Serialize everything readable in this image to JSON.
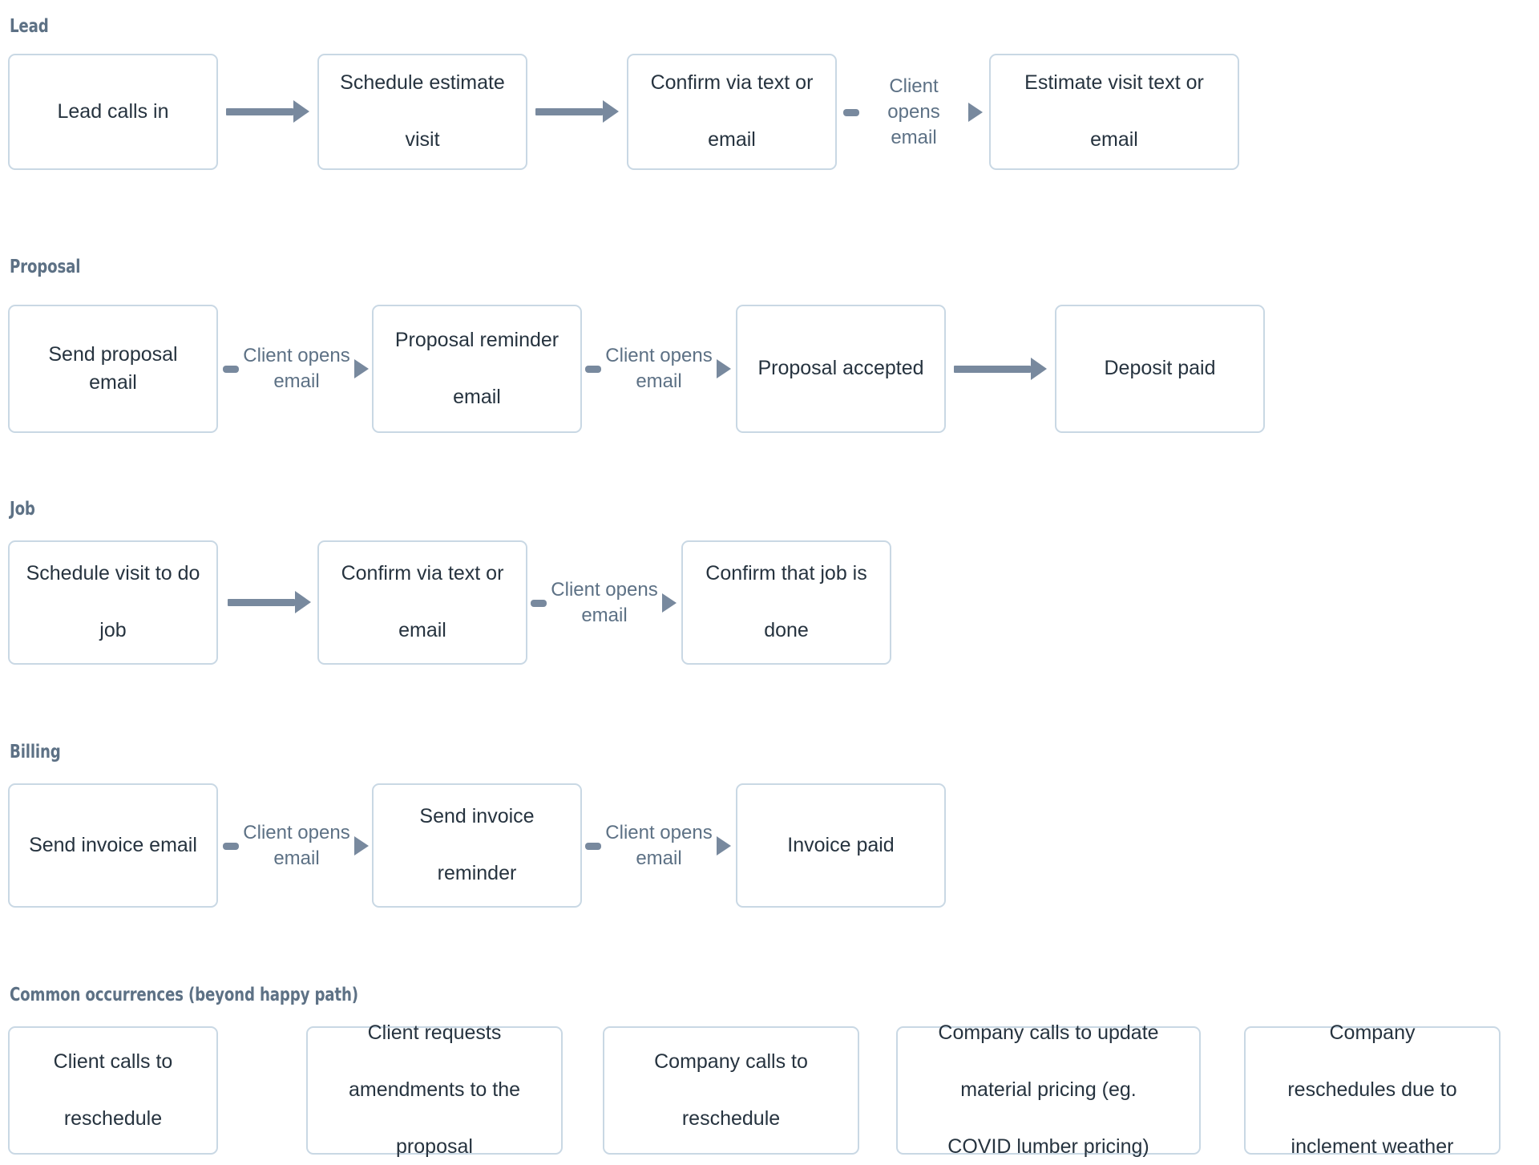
{
  "diagram": {
    "title": "Client communication happy path flowchart",
    "colors": {
      "node_border": "#c9d8e4",
      "node_fill": "#ffffff",
      "node_text": "#26333f",
      "arrow": "#78899e",
      "section_header": "#5d7185",
      "label_text": "#5d7185",
      "background": "#ffffff"
    },
    "edge_label_default": "Client opens email"
  },
  "sections": [
    {
      "id": "lead",
      "header": "Lead",
      "nodes": [
        {
          "label_line1": "Lead calls in",
          "label_line2": ""
        },
        {
          "label_line1": "Schedule estimate",
          "label_line2": "visit"
        },
        {
          "label_line1": "Confirm via text or",
          "label_line2": "email"
        },
        {
          "label_line1": "Estimate visit text or",
          "label_line2": "email"
        }
      ],
      "edges": [
        {
          "type": "plain",
          "label_line1": "",
          "label_line2": ""
        },
        {
          "type": "plain",
          "label_line1": "",
          "label_line2": ""
        },
        {
          "type": "labeled",
          "label_line1": "Client opens",
          "label_line2": "email"
        }
      ]
    },
    {
      "id": "proposal",
      "header": "Proposal",
      "nodes": [
        {
          "label_line1": "Send proposal email",
          "label_line2": ""
        },
        {
          "label_line1": "Proposal reminder",
          "label_line2": "email"
        },
        {
          "label_line1": "Proposal accepted",
          "label_line2": ""
        },
        {
          "label_line1": "Deposit paid",
          "label_line2": ""
        }
      ],
      "edges": [
        {
          "type": "labeled",
          "label_line1": "Client opens",
          "label_line2": "email"
        },
        {
          "type": "labeled",
          "label_line1": "Client opens",
          "label_line2": "email"
        },
        {
          "type": "plain",
          "label_line1": "",
          "label_line2": ""
        }
      ]
    },
    {
      "id": "job",
      "header": "Job",
      "nodes": [
        {
          "label_line1": "Schedule visit to do",
          "label_line2": "job"
        },
        {
          "label_line1": "Confirm via text or",
          "label_line2": "email"
        },
        {
          "label_line1": "Confirm that job is",
          "label_line2": "done"
        }
      ],
      "edges": [
        {
          "type": "plain",
          "label_line1": "",
          "label_line2": ""
        },
        {
          "type": "labeled",
          "label_line1": "Client opens",
          "label_line2": "email"
        }
      ]
    },
    {
      "id": "billing",
      "header": "Billing",
      "nodes": [
        {
          "label_line1": "Send invoice email",
          "label_line2": ""
        },
        {
          "label_line1": "Send invoice",
          "label_line2": "reminder"
        },
        {
          "label_line1": "Invoice paid",
          "label_line2": ""
        }
      ],
      "edges": [
        {
          "type": "labeled",
          "label_line1": "Client opens",
          "label_line2": "email"
        },
        {
          "type": "labeled",
          "label_line1": "Client opens",
          "label_line2": "email"
        }
      ]
    },
    {
      "id": "common",
      "header": "Common occurrences (beyond happy path)",
      "nodes": [
        {
          "label_line1": "Client calls to",
          "label_line2": "reschedule",
          "label_line3": ""
        },
        {
          "label_line1": "Client requests",
          "label_line2": "amendments to the",
          "label_line3": "proposal"
        },
        {
          "label_line1": "Company calls to",
          "label_line2": "reschedule",
          "label_line3": ""
        },
        {
          "label_line1": "Company calls to update",
          "label_line2": "material pricing (eg.",
          "label_line3": "COVID lumber pricing)"
        },
        {
          "label_line1": "Company",
          "label_line2": "reschedules due to",
          "label_line3": "inclement weather"
        }
      ],
      "edges": []
    }
  ]
}
